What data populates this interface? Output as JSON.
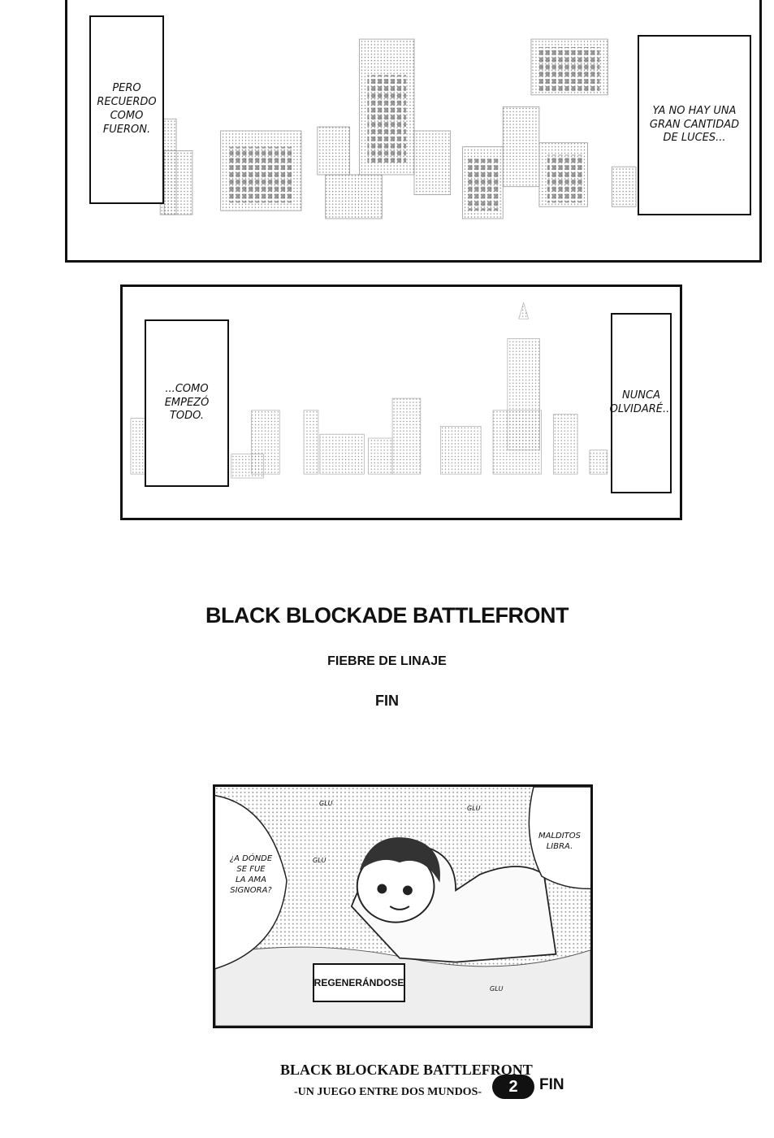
{
  "panel1": {
    "caption_left": "PERO\nRECUERDO\nCOMO\nFUERON.",
    "caption_right": "YA NO HAY UNA\nGRAN CANTIDAD\nDE LUCES..."
  },
  "panel2": {
    "caption_left": "...COMO\nEMPEZÓ\nTODO.",
    "caption_right": "NUNCA\nOLVIDARÉ..."
  },
  "titles": {
    "main": "BLACK BLOCKADE BATTLEFRONT",
    "subtitle": "FIEBRE DE LINAJE",
    "end": "FIN"
  },
  "panel3": {
    "bubble_left": "¿A DÓNDE\nSE FUE\nLA AMA\nSIGNORA?",
    "bubble_right": "MALDITOS\nLIBRA.",
    "sfx": [
      "GLU",
      "GLU",
      "GLU",
      "GLU"
    ],
    "label": "REGENERÁNDOSE"
  },
  "footer": {
    "title": "BLACK BLOCKADE BATTLEFRONT",
    "subtitle": "-UN JUEGO ENTRE DOS MUNDOS-",
    "number": "2",
    "end": "FIN"
  }
}
